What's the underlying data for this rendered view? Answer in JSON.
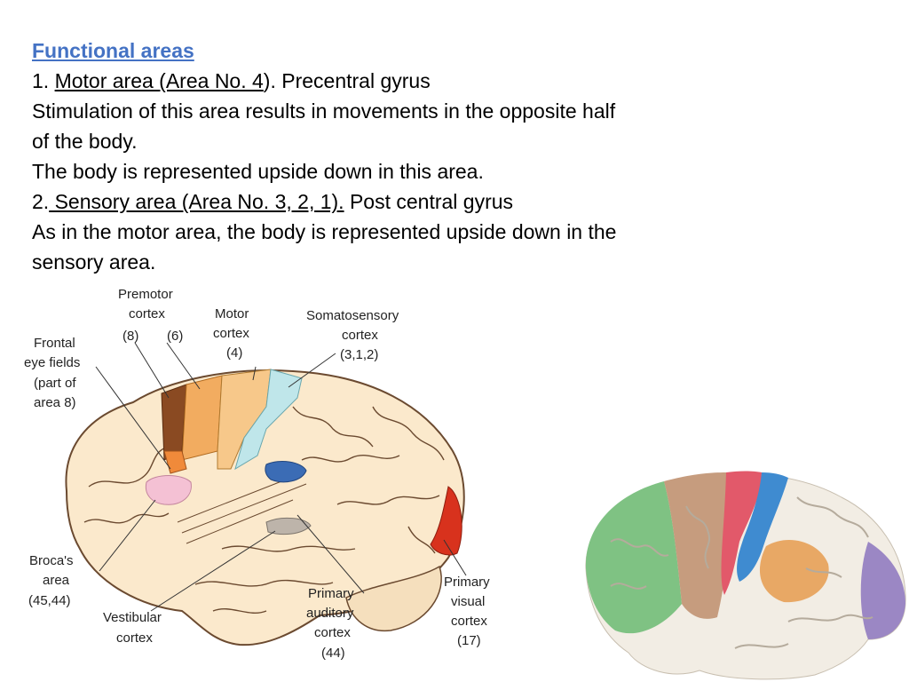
{
  "slide": {
    "heading": "Functional areas",
    "p1_num": "1. ",
    "p1_title": "Motor area  (Area No. 4",
    "p1_rest": "). Precentral gyrus",
    "p2_line1": "Stimulation of this area results in movements in the opposite half",
    "p2_line2": "of the body.",
    "p3": "The body is represented upside down in this area.",
    "p4_num": "2.",
    "p4_title": " Sensory area (Area No. 3, 2, 1).",
    "p4_rest": " Post central gyrus",
    "p5_line1": "As in the motor area, the body is represented upside down in the",
    "p5_line2": "sensory area."
  },
  "diagram": {
    "premotor": [
      "Premotor",
      "cortex",
      "(8)",
      "(6)"
    ],
    "motor": [
      "Motor",
      "cortex",
      "(4)"
    ],
    "somato": [
      "Somatosensory",
      "cortex",
      "(3,1,2)"
    ],
    "frontal": [
      "Frontal",
      "eye fields",
      "(part of",
      "area 8)"
    ],
    "broca": [
      "Broca's",
      "area",
      "(45,44)"
    ],
    "vestibular": [
      "Vestibular",
      "cortex"
    ],
    "auditory": [
      "Primary",
      "auditory",
      "cortex",
      "(44)"
    ],
    "visual": [
      "Primary",
      "visual",
      "cortex",
      "(17)"
    ]
  },
  "colors": {
    "heading": "#4472c4",
    "brain_fill": "#fbe9cc",
    "premotor8": "#8a4a22",
    "premotor6": "#f2ac60",
    "motor4": "#f7c88a",
    "somatosensory": "#bfe6ea",
    "broca": "#f4c1d4",
    "auditory_blue": "#3b6cb5",
    "vestibular": "#bdb4aa",
    "visual": "#d8321d"
  }
}
